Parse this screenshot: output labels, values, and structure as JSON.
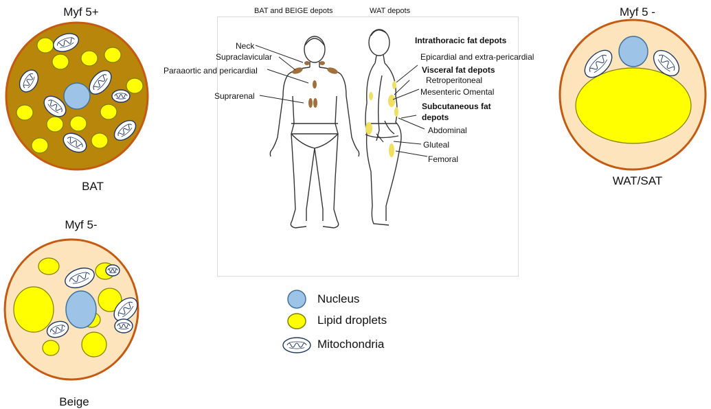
{
  "cells": {
    "bat": {
      "title": "Myf 5+",
      "caption": "BAT"
    },
    "beige": {
      "title": "Myf 5-",
      "caption": "Beige"
    },
    "wat": {
      "title": "Myf 5 -",
      "caption": "WAT/SAT"
    }
  },
  "figure": {
    "left_header": "BAT and BEIGE  depots",
    "right_header": "WAT  depots",
    "left_labels": [
      "Neck",
      "Supraclavicular",
      "Paraaortic and pericardial",
      "Suprarenal"
    ],
    "right_labels": {
      "intrathoracic": "Intrathoracic fat depots",
      "epicardial": "Epicardial and extra-pericardial",
      "visceral": "Visceral fat depots",
      "retroperitoneal": "Retroperitoneal",
      "mesenteric": "Mesenteric Omental",
      "subcutaneous_1": "Subcutaneous fat",
      "subcutaneous_2": "depots",
      "abdominal": "Abdominal",
      "gluteal": "Gluteal",
      "femoral": "Femoral"
    }
  },
  "legend": {
    "nucleus": "Nucleus",
    "lipid": "Lipid droplets",
    "mito": "Mitochondria"
  },
  "colors": {
    "bat_cytoplasm": "#b8860b",
    "light_cytoplasm": "#fde4bd",
    "cell_border": "#c55a11",
    "nucleus": "#9dc3e6",
    "nucleus_border": "#41719c",
    "lipid": "#ffff00",
    "lipid_border": "#7f7f00",
    "mito_border": "#1f3864",
    "bat_depot": "#a0703c",
    "wat_depot": "#f0e060"
  }
}
